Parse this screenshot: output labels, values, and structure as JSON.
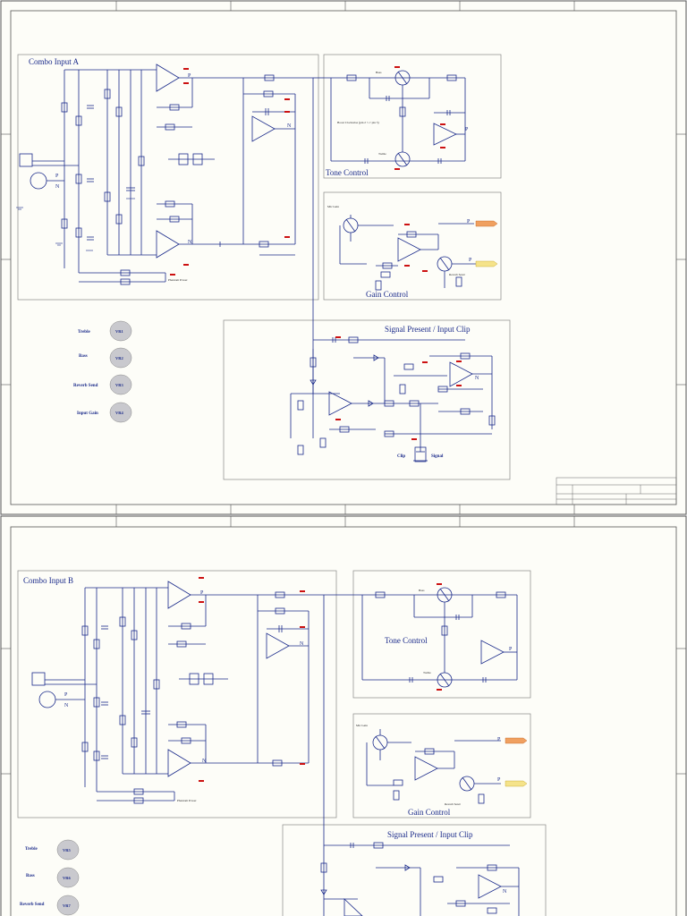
{
  "sheet1": {
    "block_titles": {
      "combo_input": "Combo Input A",
      "tone_control": "Tone Control",
      "gain_control": "Gain Control",
      "signal_clip": "Signal Present / Input Clip"
    },
    "knob_legend": [
      {
        "label": "Treble",
        "id": "VR1"
      },
      {
        "label": "Bass",
        "id": "VR2"
      },
      {
        "label": "Reverb Send",
        "id": "VR3"
      },
      {
        "label": "Input Gain",
        "id": "VR4"
      }
    ],
    "labels": {
      "p": "P",
      "n": "N",
      "boost_note": "Boost Clockwise (pin 2 <-> pin 3)",
      "bass": "Bass",
      "treble": "Treble",
      "mic_gain": "Mic Gain",
      "reverb_send": "Reverb Send",
      "phantom": "Phantom Power",
      "clip": "Clip",
      "signal": "Signal"
    }
  },
  "sheet2": {
    "block_titles": {
      "combo_input": "Combo Input B",
      "tone_control": "Tone Control",
      "gain_control": "Gain Control",
      "signal_clip": "Signal Present / Input Clip"
    },
    "knob_legend": [
      {
        "label": "Treble",
        "id": "VR5"
      },
      {
        "label": "Bass",
        "id": "VR6"
      },
      {
        "label": "Reverb Send",
        "id": "VR7"
      }
    ],
    "labels": {
      "p": "P",
      "n": "N",
      "bass": "Bass",
      "treble": "Treble",
      "mic_gain": "Mic Gain",
      "reverb_send": "Reverb Send",
      "phantom": "Phantom Power"
    }
  },
  "colors": {
    "wire": "#1a2a8a",
    "title": "#1a2a8a",
    "power": "#cc1111",
    "knob_fill": "#c9c9ce",
    "output_tag": "#f0a060",
    "border": "#555555"
  }
}
